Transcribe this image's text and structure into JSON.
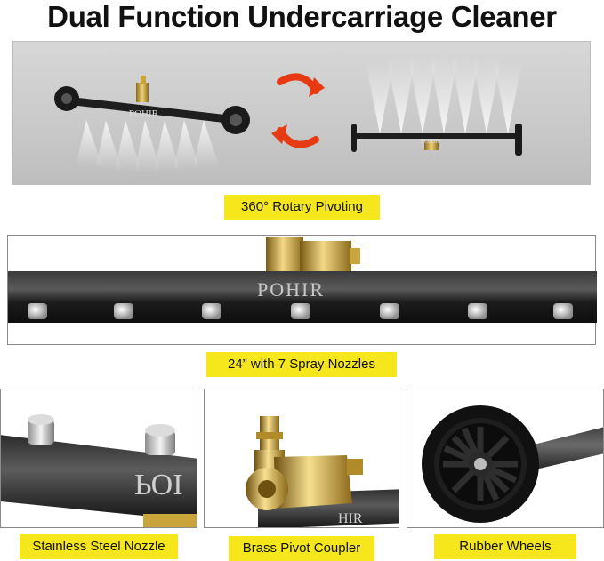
{
  "title": "Dual Function Undercarriage  Cleaner",
  "labels": {
    "rotary": "360° Rotary Pivoting",
    "nozzles": "24” with 7 Spray Nozzles",
    "steel": "Stainless Steel Nozzle",
    "brass": "Brass Pivot Coupler",
    "wheels": "Rubber Wheels"
  },
  "brand": {
    "full": "POHIR",
    "partial_left": "ЬОІ",
    "partial_right": "HIR"
  },
  "colors": {
    "highlight": "#f5e71b",
    "arrow": "#e53a12",
    "bar": "#1e1e1e",
    "brass": "#c9a43a"
  }
}
